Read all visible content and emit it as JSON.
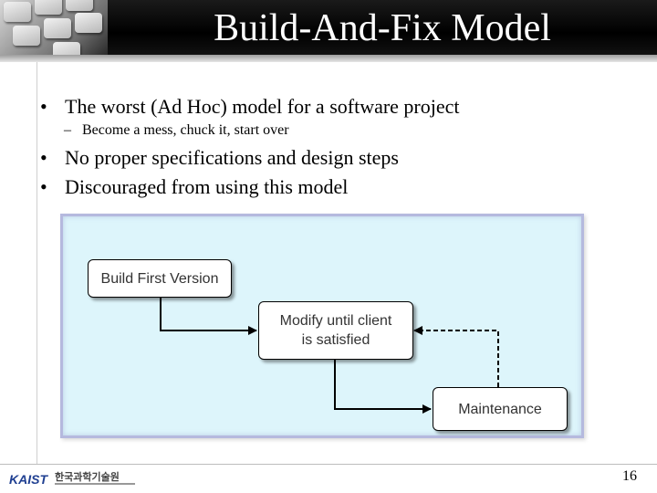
{
  "slide": {
    "title": "Build-And-Fix Model",
    "bullets": [
      {
        "text": "The worst (Ad Hoc) model for a software project",
        "sub": [
          "Become a mess, chuck it, start over"
        ]
      },
      {
        "text": "No proper specifications and design steps"
      },
      {
        "text": "Discouraged from using this model"
      }
    ],
    "bullet_glyph": "•",
    "sub_glyph": "–",
    "page_number": "16"
  },
  "diagram": {
    "boxes": {
      "build": "Build First Version",
      "modify_line1": "Modify until client",
      "modify_line2": "is satisfied",
      "maintenance": "Maintenance"
    },
    "colors": {
      "background": "#ddf5fb",
      "border": "#b5b9de"
    }
  },
  "footer": {
    "logo": "KAIST",
    "logo_korean": "한국과학기술원"
  }
}
